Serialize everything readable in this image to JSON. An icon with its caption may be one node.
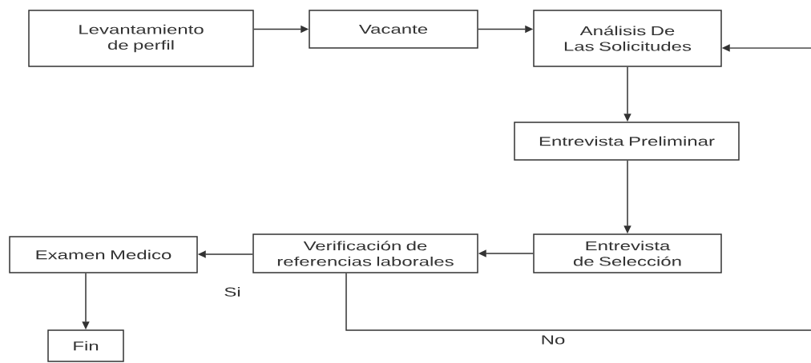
{
  "diagram": {
    "nodes": [
      {
        "text": [
          "Levantamiento de perfil"
        ]
      },
      {
        "text": [
          "Vacante"
        ]
      },
      {
        "text": [
          "Análisis De Las Solicitudes"
        ]
      },
      {
        "text": [
          "Entrevista Preliminar"
        ]
      },
      {
        "text": [
          "Entrevista de Selección"
        ]
      },
      {
        "text": [
          "Verificación de referencias laborales"
        ]
      },
      {
        "text": [
          "Examen Medico"
        ]
      },
      {
        "text": [
          "Fin"
        ]
      }
    ],
    "edges": [
      {
        "from": 0,
        "to": 1,
        "arrow": "to"
      },
      {
        "from": 1,
        "to": 2,
        "arrow": "to"
      },
      {
        "from": 2,
        "to": 3,
        "arrow": "to"
      },
      {
        "from": 3,
        "to": 4,
        "arrow": "to"
      },
      {
        "from": 4,
        "to": 5,
        "arrow": "to"
      },
      {
        "from": 5,
        "to": 6,
        "arrow": "to",
        "label": "Si"
      },
      {
        "from": 6,
        "to": 7,
        "arrow": "to"
      },
      {
        "from": 5,
        "to": 2,
        "arrow": "to",
        "label": "No"
      }
    ]
  }
}
